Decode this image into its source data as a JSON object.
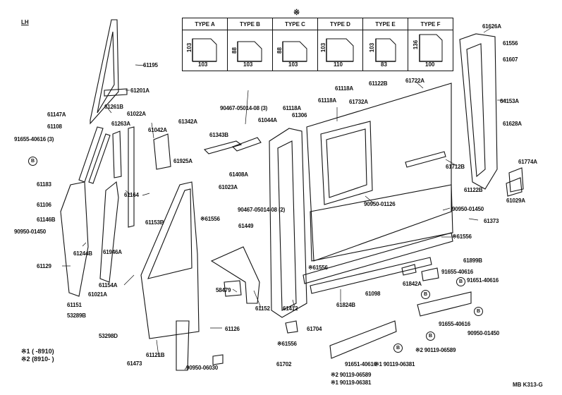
{
  "header": {
    "side": "LH",
    "note_mark": "※",
    "code": "MB K313-G"
  },
  "types": [
    {
      "label": "TYPE A",
      "h": "103",
      "w": "103"
    },
    {
      "label": "TYPE B",
      "h": "88",
      "w": "103"
    },
    {
      "label": "TYPE C",
      "h": "88",
      "w": "103"
    },
    {
      "label": "TYPE D",
      "h": "103",
      "w": "110"
    },
    {
      "label": "TYPE E",
      "h": "103",
      "w": "83"
    },
    {
      "label": "TYPE F",
      "h": "136",
      "w": "100"
    }
  ],
  "notes": {
    "line1_mark": "※1",
    "line1_text": "(      -8910)",
    "line2_mark": "※2",
    "line2_text": "(8910-      )"
  },
  "labels": [
    "61195",
    "61201A",
    "61261B",
    "61022A",
    "61147A",
    "61108",
    "61263A",
    "61042A",
    "61342A",
    "91655-40616 (3)",
    "61183",
    "61106",
    "61146B",
    "90950-01450",
    "61129",
    "61244B",
    "61946A",
    "61154A",
    "61021A",
    "61151",
    "53289B",
    "53298D",
    "61164",
    "61153B",
    "61925A",
    "61343B",
    "61408A",
    "90467-05014-08 (3)",
    "61044A",
    "61118A",
    "61306",
    "61118A",
    "61118A",
    "61732A",
    "61122B",
    "61722A",
    "61626A",
    "61556",
    "61607",
    "64153A",
    "61628A",
    "61774A",
    "61029A",
    "61122B",
    "90950-01450",
    "61373",
    "61712B",
    "90950-01126",
    "61023A",
    "90467-05014-08 (2)",
    "※61556",
    "61449",
    "※61556",
    "※61556",
    "61899B",
    "61842A",
    "91655-40616",
    "91651-40616",
    "61098",
    "61824B",
    "61412",
    "61152",
    "58479",
    "61126",
    "61121B",
    "90950-06030",
    "61473",
    "※61556",
    "61704",
    "91655-40616",
    "90950-01450",
    "61702",
    "91651-40616",
    "※1 90119-06381",
    "※2 90119-06589",
    "※1 90119-06381",
    "※2 90119-06589"
  ],
  "callouts": [
    "B",
    "B",
    "B",
    "B",
    "B",
    "B"
  ]
}
